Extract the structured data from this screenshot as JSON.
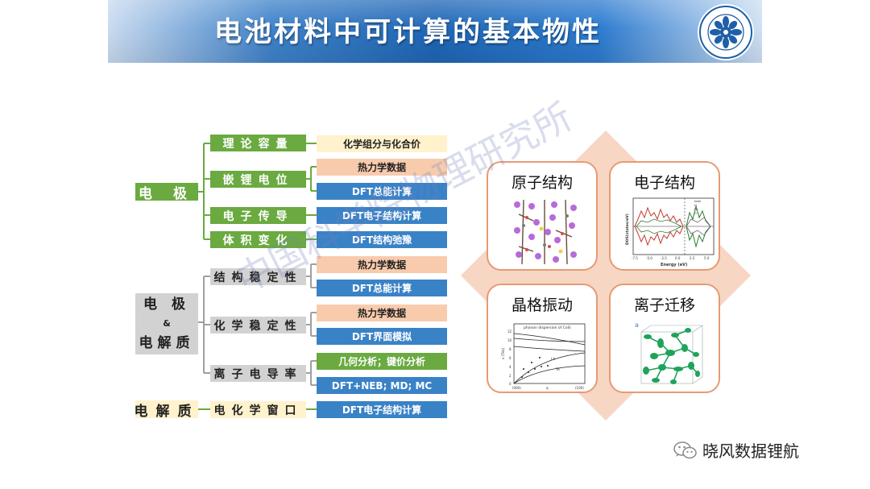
{
  "header": {
    "title": "电池材料中可计算的基本物性"
  },
  "categories": {
    "electrode": "电 极",
    "both_line1": "电 极",
    "both_amp": "&",
    "both_line2": "电解质",
    "electrolyte": "电解质"
  },
  "properties": {
    "capacity": "理论容量",
    "li_potential": "嵌锂电位",
    "conduction": "电子传导",
    "volume": "体积变化",
    "stability": "结构稳定性",
    "chem_stability": "化学稳定性",
    "ion_conductivity": "离子电导率",
    "window": "电化学窗口"
  },
  "methods": {
    "m1": "化学组分与化合价",
    "m2": "热力学数据",
    "m3": "DFT总能计算",
    "m4": "DFT电子结构计算",
    "m5": "DFT结构弛豫",
    "m6": "热力学数据",
    "m7": "DFT总能计算",
    "m8": "热力学数据",
    "m9": "DFT界面模拟",
    "m10": "几何分析；键价分析",
    "m11": "DFT+NEB; MD; MC",
    "m12": "DFT电子结构计算"
  },
  "cards": {
    "atomic": "原子结构",
    "electronic": "电子结构",
    "lattice": "晶格振动",
    "ion": "离子迁移"
  },
  "plots": {
    "dos_ylabel": "DOS(states/eV)",
    "dos_xlabel": "Energy (eV)",
    "dos_ticks": [
      "-7.5",
      "-5.0",
      "-2.5",
      "0.0",
      "2.5",
      "5.0"
    ],
    "dos_legend": [
      "total",
      "Li",
      "Fe",
      "O"
    ],
    "phonon_title": "phonon dispersion of CoSi",
    "phonon_ylabel": "ν (THz)",
    "phonon_xlabel": "q",
    "phonon_yticks": [
      "12",
      "10",
      "8",
      "6",
      "4",
      "2",
      "0"
    ],
    "phonon_xticks": [
      "(000)",
      "(100)"
    ],
    "phonon_branches": [
      "LA",
      "TA"
    ],
    "ion_label": "a"
  },
  "watermark": "中国科学院物理研究所",
  "footer": {
    "wechat": "晓风数据锂航"
  },
  "colors": {
    "green": "#6aaa40",
    "blue": "#3a82c6",
    "orange": "#f8cbad",
    "yellow": "#fff2cc",
    "gray": "#d2d2d2",
    "card_border": "#e79a72"
  }
}
